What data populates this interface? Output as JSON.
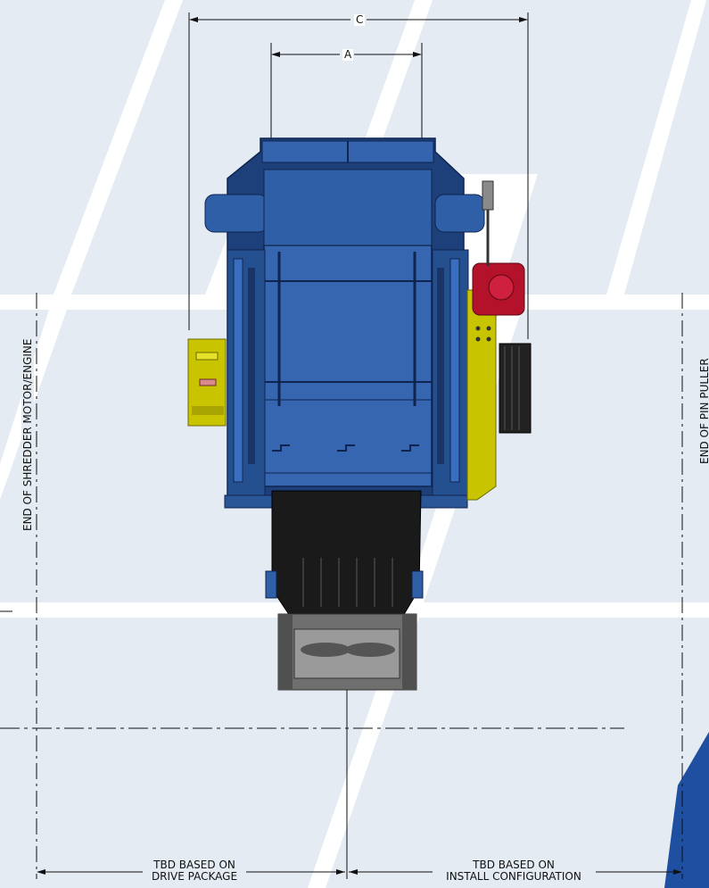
{
  "dimensions": {
    "c_label": "C",
    "a_label": "A"
  },
  "annotations": {
    "left_end": "END OF SHREDDER MOTOR/ENGINE",
    "right_end": "END OF PIN PULLER",
    "bottom_left_line1": "TBD BASED ON",
    "bottom_left_line2": "DRIVE PACKAGE",
    "bottom_right_line1": "TBD BASED ON",
    "bottom_right_line2": "INSTALL CONFIGURATION"
  },
  "colors": {
    "background_panel": "#e4ebf3",
    "machine_blue": "#2f5fa6",
    "machine_dark_blue": "#1d3f7a",
    "guard_yellow": "#c8c400",
    "motor_red": "#b3122a",
    "hopper_black": "#1a1a1a",
    "frame_grey": "#6f6f6f",
    "accent_navy": "#1e4fa0"
  }
}
